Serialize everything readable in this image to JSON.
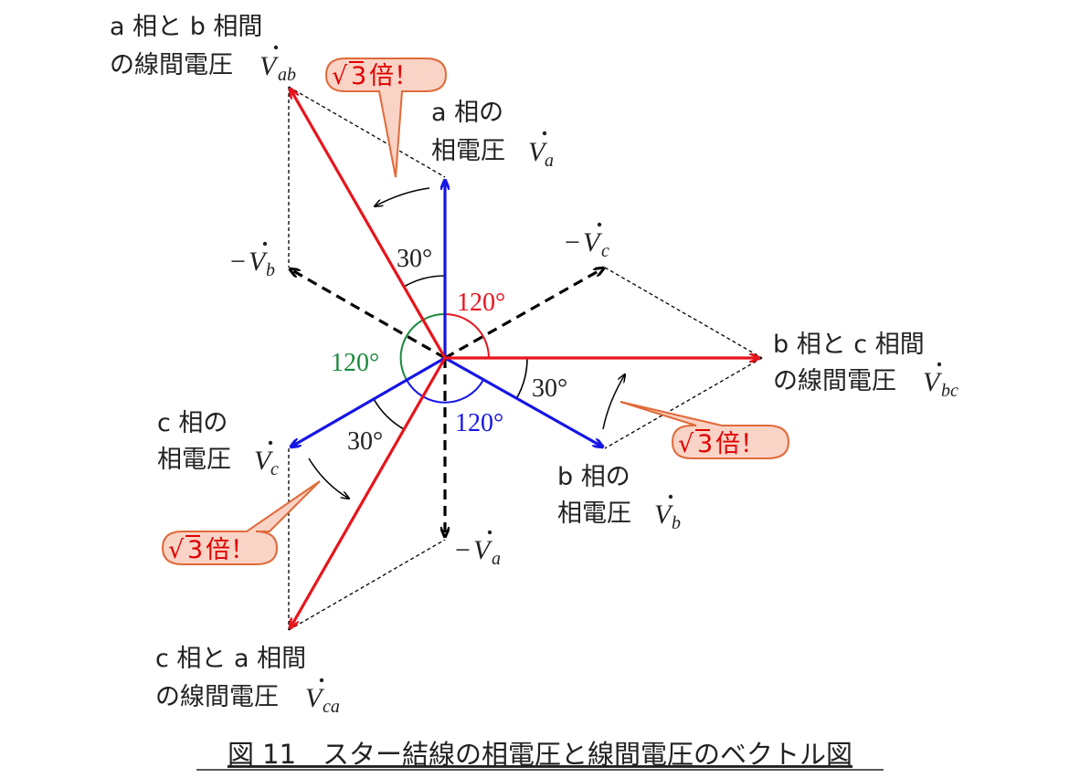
{
  "labels": {
    "vab_line1": "a 相と b 相間",
    "vab_line2": "の線間電圧",
    "vab_sym": "V",
    "vab_sub": "ab",
    "va_line1": "a 相の",
    "va_line2": "相電圧",
    "va_sym": "V",
    "va_sub": "a",
    "neg_vb_prefix": "−",
    "neg_vb_sym": "V",
    "neg_vb_sub": "b",
    "neg_vc_prefix": "−",
    "neg_vc_sym": "V",
    "neg_vc_sub": "c",
    "vbc_line1": "b 相と c 相間",
    "vbc_line2": "の線間電圧",
    "vbc_sym": "V",
    "vbc_sub": "bc",
    "vc_line1": "c 相の",
    "vc_line2": "相電圧",
    "vc_sym": "V",
    "vc_sub": "c",
    "vb_line1": "b 相の",
    "vb_line2": "相電圧",
    "vb_sym": "V",
    "vb_sub": "b",
    "neg_va_prefix": "−",
    "neg_va_sym": "V",
    "neg_va_sub": "a",
    "vca_line1": "c 相と a 相間",
    "vca_line2": "の線間電圧",
    "vca_sym": "V",
    "vca_sub": "ca"
  },
  "angles": {
    "red": "120°",
    "green": "120°",
    "blue": "120°",
    "thirty_top": "30°",
    "thirty_right": "30°",
    "thirty_left": "30°"
  },
  "bubbles": {
    "top": {
      "root": "3",
      "suffix": "倍！"
    },
    "right": {
      "root": "3",
      "suffix": "倍！"
    },
    "left": {
      "root": "3",
      "suffix": "倍！"
    }
  },
  "caption": "図 11　スター結線の相電圧と線間電圧のベクトル図",
  "colors": {
    "red": "#e8141c",
    "blue": "#1515e6",
    "green": "#1a8a3c",
    "bubble_fill": "#f9d3c6",
    "bubble_stroke": "#e06a3a"
  }
}
